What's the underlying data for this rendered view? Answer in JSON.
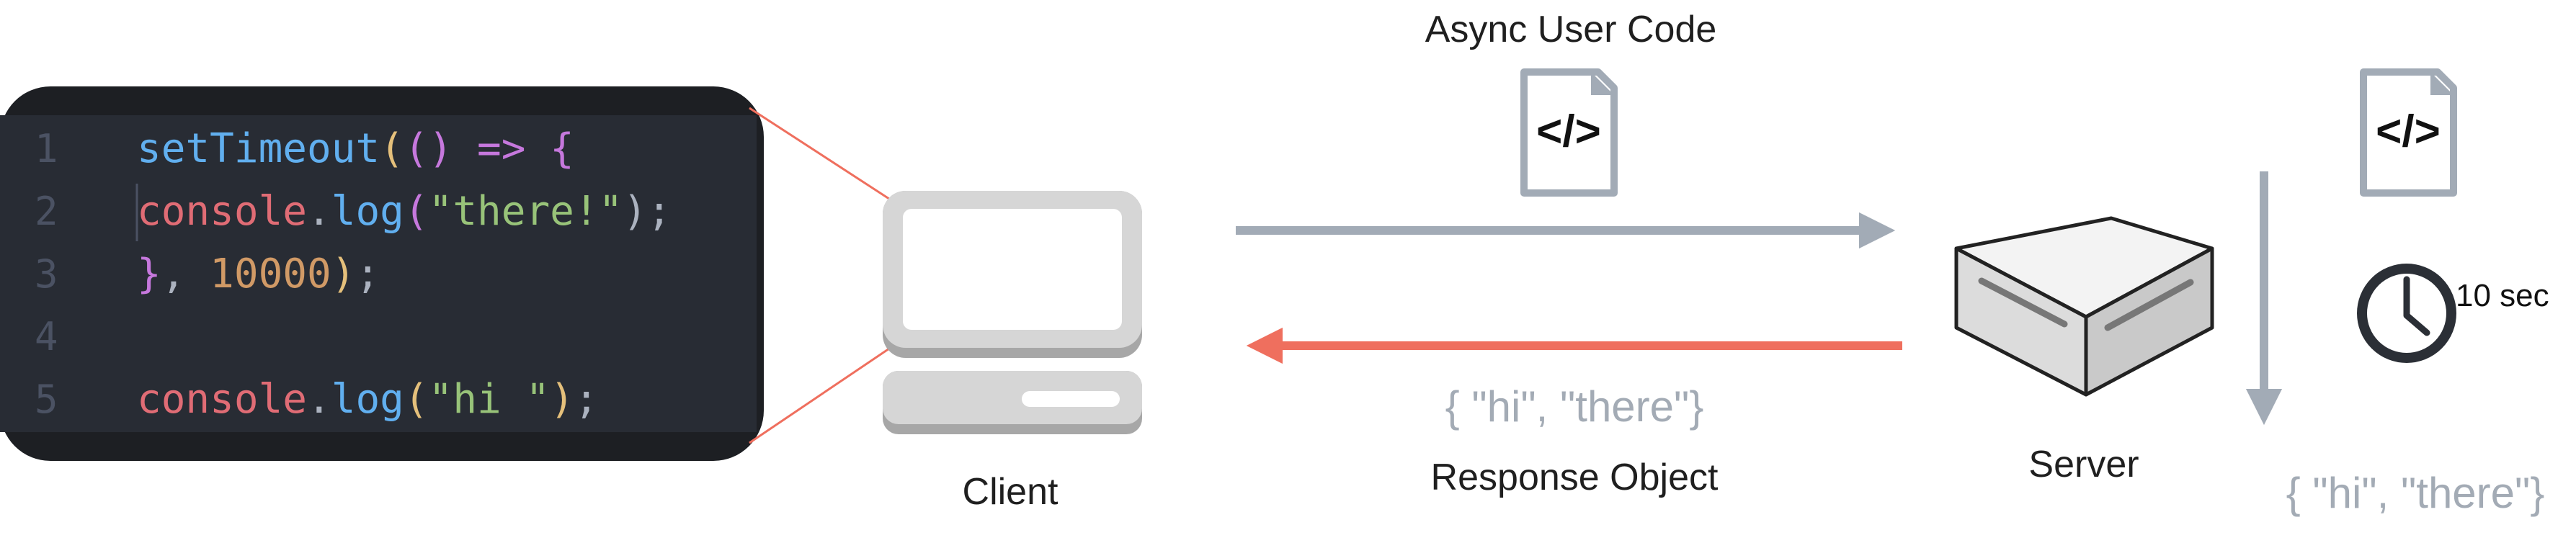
{
  "code_panel": {
    "line_numbers": [
      "1",
      "2",
      "3",
      "4",
      "5"
    ],
    "lines": [
      [
        {
          "text": "setTimeout",
          "color": "#61afef"
        },
        {
          "text": "(",
          "color": "#e5c07b"
        },
        {
          "text": "()",
          "color": "#c678dd"
        },
        {
          "text": " => ",
          "color": "#c678dd"
        },
        {
          "text": "{",
          "color": "#c678dd"
        }
      ],
      [
        {
          "text": "  ",
          "color": "#abb2bf"
        },
        {
          "text": "console",
          "color": "#e06c75"
        },
        {
          "text": ".",
          "color": "#abb2bf"
        },
        {
          "text": "log",
          "color": "#61afef"
        },
        {
          "text": "(",
          "color": "#c678dd"
        },
        {
          "text": "\"there!\"",
          "color": "#98c379"
        },
        {
          "text": ");",
          "color": "#abb2bf"
        }
      ],
      [
        {
          "text": "}",
          "color": "#c678dd"
        },
        {
          "text": ", ",
          "color": "#abb2bf"
        },
        {
          "text": "10000",
          "color": "#d19a66"
        },
        {
          "text": ")",
          "color": "#e5c07b"
        },
        {
          "text": ";",
          "color": "#abb2bf"
        }
      ],
      [],
      [
        {
          "text": "console",
          "color": "#e06c75"
        },
        {
          "text": ".",
          "color": "#abb2bf"
        },
        {
          "text": "log",
          "color": "#61afef"
        },
        {
          "text": "(",
          "color": "#e5c07b"
        },
        {
          "text": "\"hi \"",
          "color": "#98c379"
        },
        {
          "text": ")",
          "color": "#e5c07b"
        },
        {
          "text": ";",
          "color": "#abb2bf"
        }
      ]
    ]
  },
  "labels": {
    "async_user_code": "Async User Code",
    "client": "Client",
    "server": "Server",
    "response_object": "Response Object",
    "response_payload": "{ \"hi\", \"there\"}",
    "server_result": "{ \"hi\", \"there\"}",
    "timer": "10 sec",
    "code_glyph": "</>"
  },
  "colors": {
    "editor_bg": "#21252b",
    "editor_body": "#282c34",
    "line_number": "#4b5263",
    "request_arrow": "#a2abb6",
    "response_arrow": "#ef6f5e",
    "muted_text": "#a3abb5",
    "label_text": "#1f1f1f"
  },
  "icons": {
    "client": "desktop-computer-icon",
    "server": "server-box-icon",
    "file": "code-file-icon",
    "timer": "clock-icon"
  }
}
